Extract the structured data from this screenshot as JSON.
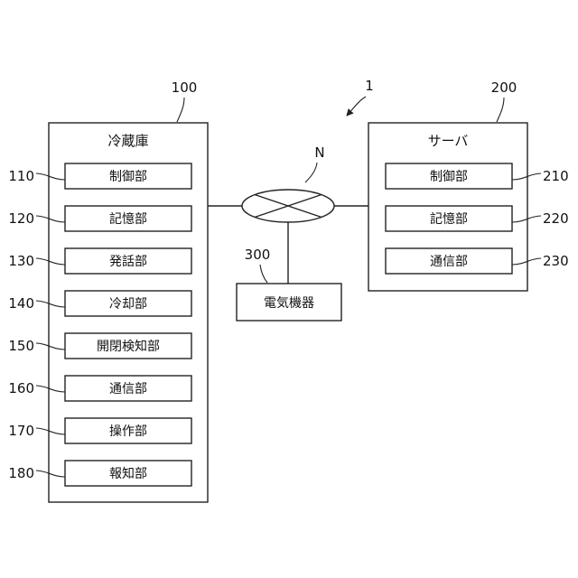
{
  "system": {
    "ref": "1"
  },
  "network": {
    "ref": "N"
  },
  "refrigerator": {
    "ref": "100",
    "title": "冷蔵庫",
    "units": [
      {
        "ref": "110",
        "label": "制御部"
      },
      {
        "ref": "120",
        "label": "記憶部"
      },
      {
        "ref": "130",
        "label": "発話部"
      },
      {
        "ref": "140",
        "label": "冷却部"
      },
      {
        "ref": "150",
        "label": "開閉検知部"
      },
      {
        "ref": "160",
        "label": "通信部"
      },
      {
        "ref": "170",
        "label": "操作部"
      },
      {
        "ref": "180",
        "label": "報知部"
      }
    ]
  },
  "server": {
    "ref": "200",
    "title": "サーバ",
    "units": [
      {
        "ref": "210",
        "label": "制御部"
      },
      {
        "ref": "220",
        "label": "記憶部"
      },
      {
        "ref": "230",
        "label": "通信部"
      }
    ]
  },
  "appliance": {
    "ref": "300",
    "label": "電気機器"
  }
}
